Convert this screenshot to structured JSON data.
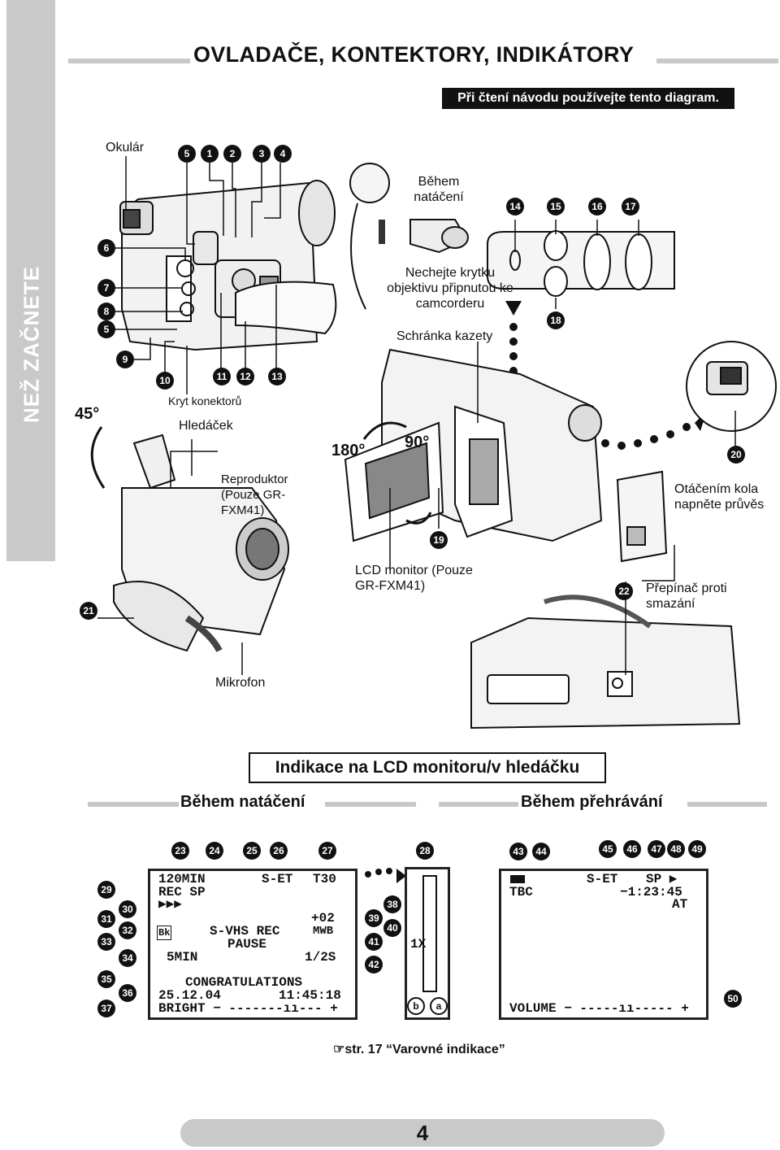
{
  "sidebar": {
    "label": "NEŽ ZAČNETE"
  },
  "header": {
    "title": "OVLADAČE, KONTEKTORY, INDIKÁTORY",
    "banner": "Při čtení návodu používejte tento diagram."
  },
  "diagram_labels": {
    "okular": "Okulár",
    "behem_nataceni": "Během natáčení",
    "nechejte": "Nechejte krytku objektivu připnutou ke camcorderu",
    "schranka": "Schránka kazety",
    "kryt": "Kryt konektorů",
    "hledacek": "Hledáček",
    "reproduktor": "Reproduktor (Pouze GR-FXM41)",
    "lcd_monitor": "LCD monitor (Pouze GR-FXM41)",
    "otacenim": "Otáčením kola napněte průvěs",
    "prepinac": "Přepínač proti smazání",
    "mikrofon": "Mikrofon",
    "angle_45": "45°",
    "angle_180": "180°",
    "angle_90": "90°"
  },
  "callouts": {
    "n1": "1",
    "n2": "2",
    "n3": "3",
    "n4": "4",
    "n5a": "5",
    "n5b": "5",
    "n6": "6",
    "n7": "7",
    "n8": "8",
    "n9": "9",
    "n10": "10",
    "n11": "11",
    "n12": "12",
    "n13": "13",
    "n14": "14",
    "n15": "15",
    "n16": "16",
    "n17": "17",
    "n18": "18",
    "n19": "19",
    "n20": "20",
    "n21": "21",
    "n22": "22",
    "n23": "23",
    "n24": "24",
    "n25": "25",
    "n26": "26",
    "n27": "27",
    "n28": "28",
    "n29": "29",
    "n30": "30",
    "n31": "31",
    "n32": "32",
    "n33": "33",
    "n34": "34",
    "n35": "35",
    "n36": "36",
    "n37": "37",
    "n38": "38",
    "n39": "39",
    "n40": "40",
    "n41": "41",
    "n42": "42",
    "n43": "43",
    "n44": "44",
    "n45": "45",
    "n46": "46",
    "n47": "47",
    "n48": "48",
    "n49": "49",
    "n50": "50",
    "na": "a",
    "nb": "b"
  },
  "indication": {
    "title": "Indikace na LCD monitoru/v hledáčku",
    "recording": "Během natáčení",
    "playback": "Během přehrávání"
  },
  "lcd_record": {
    "l1": "120MIN",
    "l2": "REC SP",
    "l3": "▶▶▶",
    "l5": "Bk",
    "l6a": "S-ET",
    "l6b": "T30",
    "l7": "+02",
    "l8": "S-VHS REC",
    "l8b": "MWB",
    "l9": "PAUSE",
    "l10": "5MIN",
    "l10b": "1/2S",
    "l11": "CONGRATULATIONS",
    "date": "25.12.04",
    "time": "11:45:18",
    "bright": "BRIGHT − -------ıı--- +",
    "zoom": "1X"
  },
  "lcd_play": {
    "tbc": "TBC",
    "set": "S-ET",
    "sp": "SP ▶",
    "time": "−1:23:45",
    "at": "AT",
    "volume": "VOLUME − -----ıı----- +"
  },
  "footer": {
    "ref": "str. 17 “Varovné indikace”",
    "page": "4"
  }
}
